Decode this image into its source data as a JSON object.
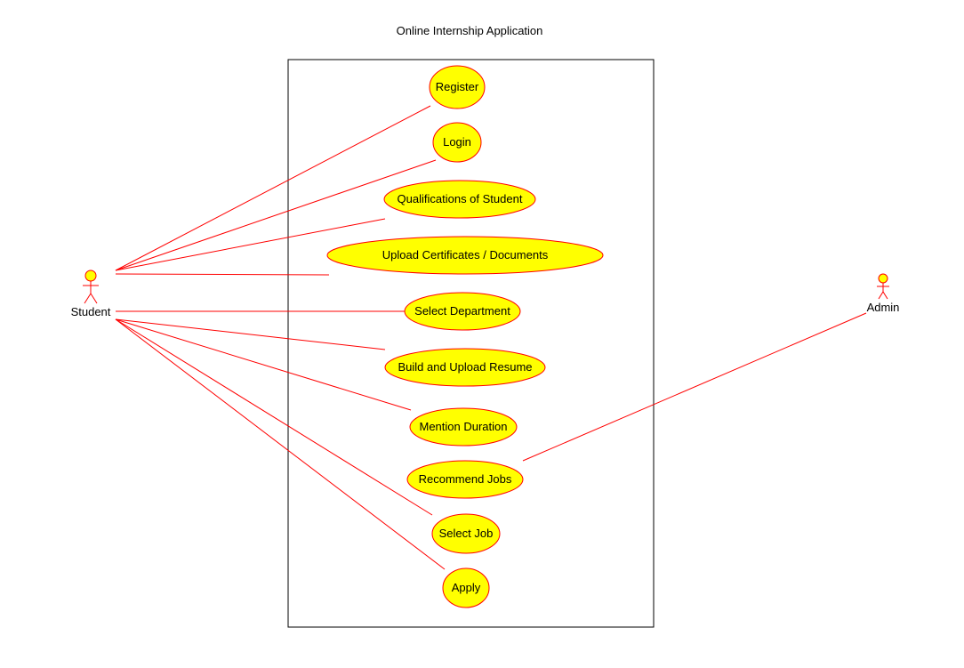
{
  "diagram": {
    "title": "Online Internship Application",
    "colors": {
      "line": "#ff0000",
      "use_case_fill": "#ffff00",
      "use_case_border": "#ff0000",
      "actor_fill": "#ffff00",
      "actor_stroke": "#ff0000",
      "boundary": "#000000",
      "text": "#000000"
    },
    "actors": [
      {
        "id": "student",
        "name": "Student"
      },
      {
        "id": "admin",
        "name": "Admin"
      }
    ],
    "use_cases": [
      {
        "id": "register",
        "label": "Register"
      },
      {
        "id": "login",
        "label": "Login"
      },
      {
        "id": "qualifications",
        "label": "Qualifications of Student"
      },
      {
        "id": "upload-certificates",
        "label": "Upload Certificates / Documents"
      },
      {
        "id": "select-department",
        "label": "Select Department"
      },
      {
        "id": "build-resume",
        "label": "Build and Upload Resume"
      },
      {
        "id": "mention-duration",
        "label": "Mention Duration"
      },
      {
        "id": "recommend-jobs",
        "label": "Recommend Jobs"
      },
      {
        "id": "select-job",
        "label": "Select Job"
      },
      {
        "id": "apply",
        "label": "Apply"
      }
    ],
    "associations": [
      {
        "actor": "student",
        "use_case": "register"
      },
      {
        "actor": "student",
        "use_case": "login"
      },
      {
        "actor": "student",
        "use_case": "qualifications"
      },
      {
        "actor": "student",
        "use_case": "upload-certificates"
      },
      {
        "actor": "student",
        "use_case": "select-department"
      },
      {
        "actor": "student",
        "use_case": "build-resume"
      },
      {
        "actor": "student",
        "use_case": "mention-duration"
      },
      {
        "actor": "student",
        "use_case": "select-job"
      },
      {
        "actor": "student",
        "use_case": "apply"
      },
      {
        "actor": "admin",
        "use_case": "recommend-jobs"
      }
    ]
  }
}
